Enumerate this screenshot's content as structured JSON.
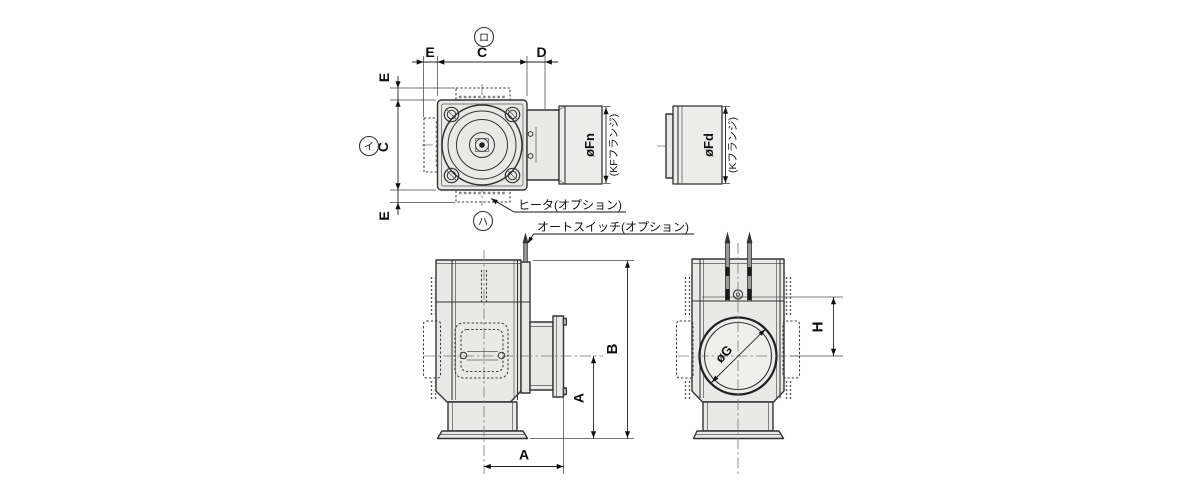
{
  "labels": {
    "dim_c": "C",
    "dim_d": "D",
    "dim_e": "E",
    "dim_a": "A",
    "dim_b": "B",
    "dim_h": "H",
    "flange_n_dia": "øFn",
    "flange_n_note": "(KFフランジ)",
    "flange_d_dia": "øFd",
    "flange_d_note": "(Kフランジ)",
    "bore_dia": "øG",
    "heater_option": "ヒータ(オプション)",
    "autoswitch_option": "オートスイッチ(オプション)",
    "view_marker_top": "ロ",
    "view_marker_left": "イ",
    "view_marker_bottom": "ハ"
  },
  "colors": {
    "background": "#ffffff",
    "body_fill": "#e9e9e7",
    "outline": "#333333",
    "dimension_ink": "#111111"
  }
}
